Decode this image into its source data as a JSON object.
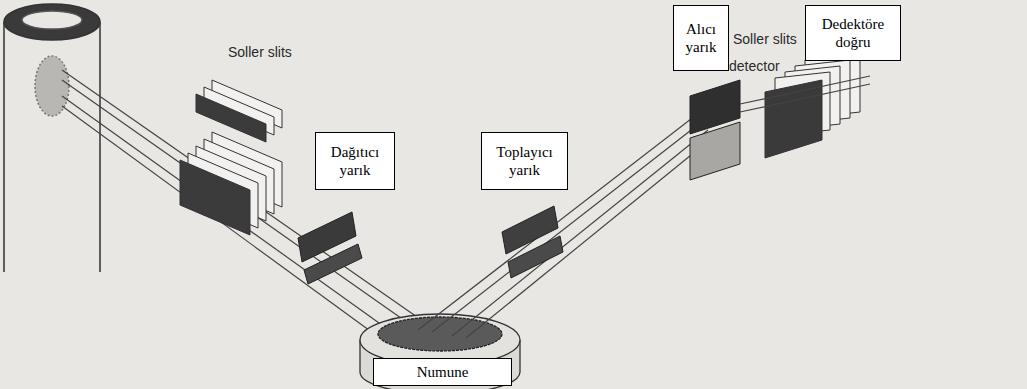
{
  "diagram": {
    "nodes": [
      {
        "text": [
          "Dağıtıcı yarık"
        ]
      },
      {
        "text": [
          "Toplayıcı yarık"
        ]
      },
      {
        "text": [
          "Alıcı yarık"
        ]
      },
      {
        "text": [
          "Dedektöre doğru"
        ]
      },
      {
        "text": [
          "Numune"
        ]
      }
    ],
    "labels": [
      "Soller slits",
      "Soller slits",
      "detector"
    ]
  }
}
